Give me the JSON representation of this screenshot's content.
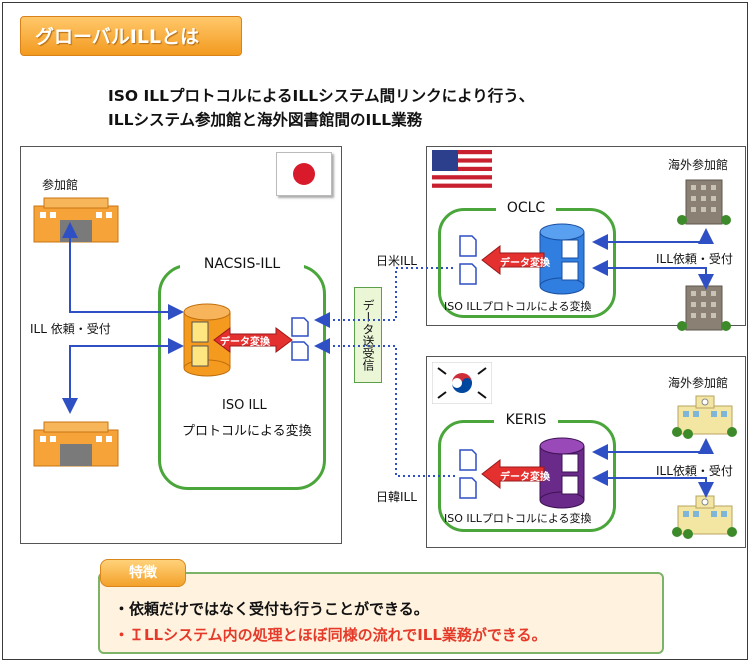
{
  "title": "グローバルILLとは",
  "heading": {
    "line1": "ISO ILLプロトコルによるILLシステム間リンクにより行う、",
    "line2": "ILLシステム参加館と海外図書館間のILL業務"
  },
  "japan_panel": {
    "participant_label": "参加館",
    "request_label": "ILL 依頼・受付",
    "system_name": "NACSIS-ILL",
    "conversion_badge": "データ変換",
    "iso_text_line1": "ISO ILL",
    "iso_text_line2": "プロトコルによる変換"
  },
  "transfer_label": "データ送受信",
  "us_panel": {
    "link_label": "日米ILL",
    "system_name": "OCLC",
    "conversion_badge": "データ変換",
    "iso_text": "ISO ILLプロトコルによる変換",
    "overseas_label": "海外参加館",
    "request_label": "ILL依頼・受付"
  },
  "korea_panel": {
    "link_label": "日韓ILL",
    "system_name": "KERIS",
    "conversion_badge": "データ変換",
    "iso_text": "ISO ILLプロトコルによる変換",
    "overseas_label": "海外参加館",
    "request_label": "ILL依頼・受付"
  },
  "features": {
    "tab": "特徴",
    "line1": "・依頼だけではなく受付も行うことができる。",
    "line2": "・ＩLLシステム内の処理とほぼ同様の流れでILL業務ができる。"
  },
  "colors": {
    "orange": "#f39a1f",
    "green": "#4aa53a",
    "blue_arrow": "#2f4fc4",
    "red_arrow": "#e53030",
    "oclc_db": "#2f7ee0",
    "keris_db": "#6a2a8a",
    "feature_red": "#e53a2a"
  }
}
